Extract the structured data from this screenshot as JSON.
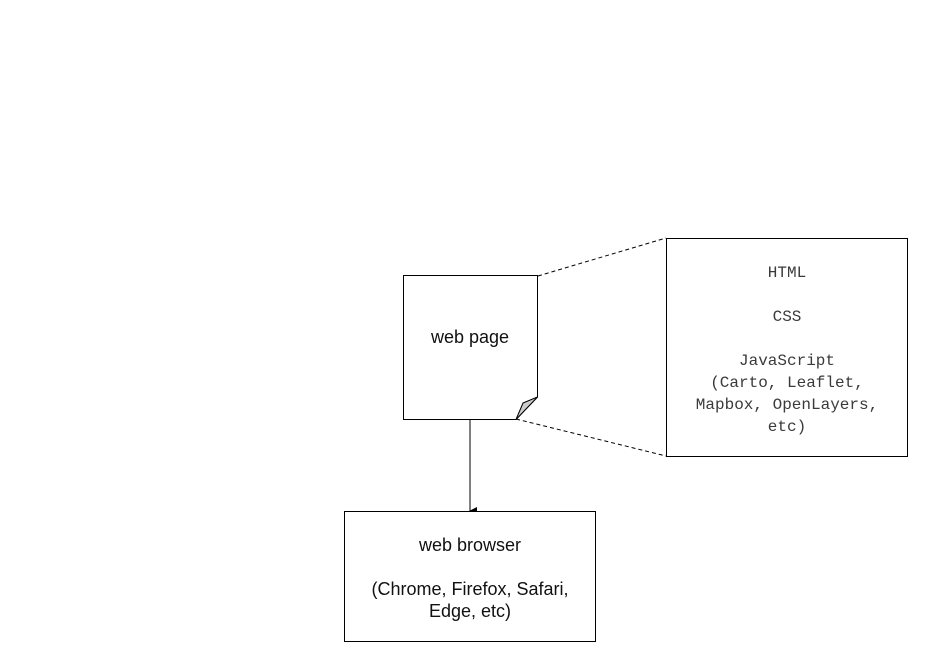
{
  "web_page": {
    "label": "web page"
  },
  "technologies": {
    "html": "HTML",
    "css": "CSS",
    "javascript": "JavaScript",
    "libraries_line1": "(Carto, Leaflet,",
    "libraries_line2": "Mapbox, OpenLayers,",
    "libraries_line3": "etc)"
  },
  "web_browser": {
    "label": "web browser",
    "examples_line1": "(Chrome, Firefox, Safari,",
    "examples_line2": "Edge, etc)"
  }
}
